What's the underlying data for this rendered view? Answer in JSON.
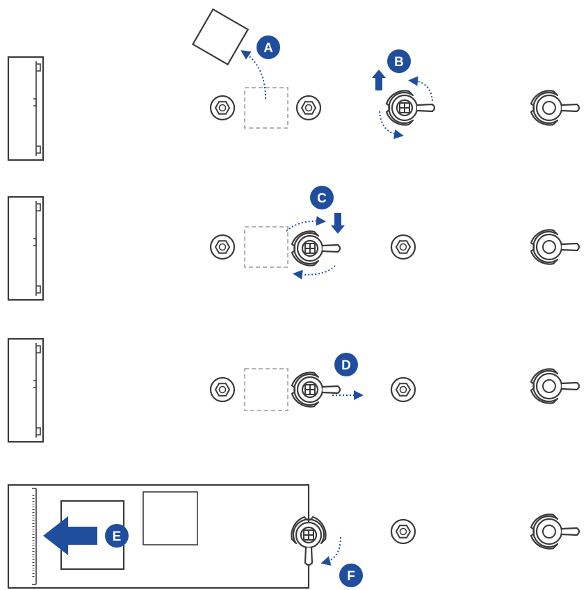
{
  "diagram": {
    "accent_color": "#1f4e9e",
    "line_color": "#3a3a3a",
    "dash_color": "#9a9a9a",
    "steps": [
      {
        "id": "A",
        "label": "A",
        "action": "remove-cover-plate"
      },
      {
        "id": "B",
        "label": "B",
        "action": "rotate-and-lift-latch"
      },
      {
        "id": "C",
        "label": "C",
        "action": "rotate-and-press-latch"
      },
      {
        "id": "D",
        "label": "D",
        "action": "slide-latch-out"
      },
      {
        "id": "E",
        "label": "E",
        "action": "insert-m2-card"
      },
      {
        "id": "F",
        "label": "F",
        "action": "rotate-latch-to-lock"
      }
    ],
    "icons": [
      "m2-slot-connector",
      "standoff-nut",
      "rotating-latch",
      "arrow",
      "m2-ssd-card"
    ]
  }
}
